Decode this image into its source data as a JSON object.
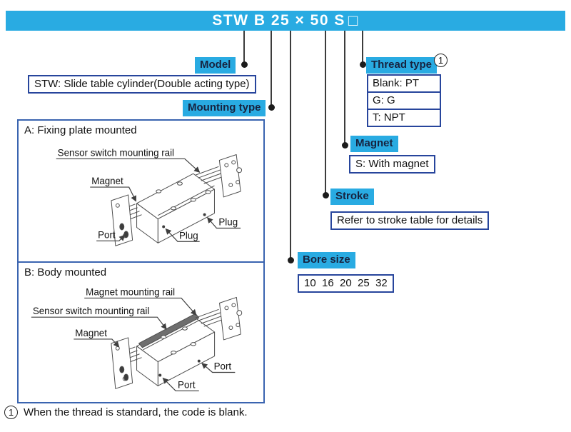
{
  "header": {
    "code": "STW B 25 × 50 S",
    "blank_code_symbol": "□"
  },
  "colors": {
    "accent_cyan": "#29abe2",
    "label_text_navy": "#17233f",
    "box_border_blue": "#27459c",
    "panel_border_blue": "#3a64b0"
  },
  "callouts": {
    "model": {
      "label": "Model",
      "detail": "STW: Slide table cylinder(Double acting type)"
    },
    "mounting_type": {
      "label": "Mounting type"
    },
    "bore_size": {
      "label": "Bore size",
      "options": [
        "10",
        "16",
        "20",
        "25",
        "32"
      ]
    },
    "stroke": {
      "label": "Stroke",
      "detail": "Refer to stroke table for details"
    },
    "magnet": {
      "label": "Magnet",
      "detail": "S: With magnet"
    },
    "thread_type": {
      "label": "Thread type",
      "note_marker": "1",
      "options": [
        "Blank: PT",
        "G: G",
        "T: NPT"
      ]
    }
  },
  "diagrams": {
    "a": {
      "title": "A: Fixing plate mounted",
      "labels": {
        "sensor_rail": "Sensor switch mounting rail",
        "magnet": "Magnet",
        "port": "Port",
        "plug_bottom": "Plug",
        "plug_right": "Plug"
      }
    },
    "b": {
      "title": "B: Body mounted",
      "labels": {
        "magnet_rail": "Magnet mounting rail",
        "sensor_rail": "Sensor switch mounting rail",
        "magnet": "Magnet",
        "port_right": "Port",
        "port_bottom": "Port"
      }
    }
  },
  "footnote": {
    "marker": "1",
    "text": "When the thread is standard, the code is blank."
  }
}
